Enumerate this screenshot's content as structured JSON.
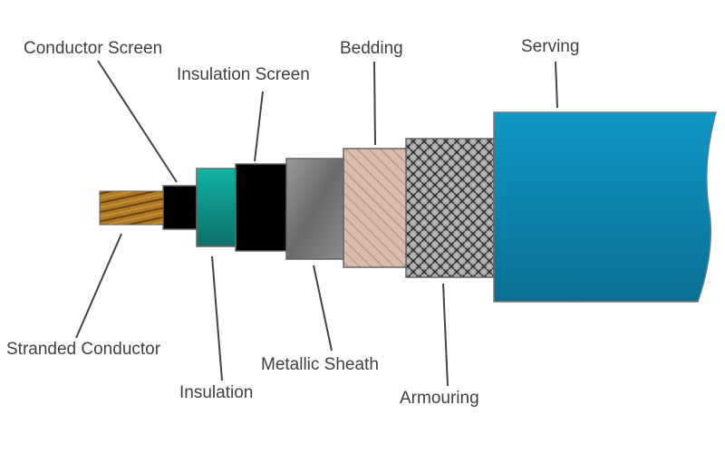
{
  "diagram": {
    "layers": [
      {
        "key": "stranded_conductor",
        "label": "Stranded Conductor"
      },
      {
        "key": "conductor_screen",
        "label": "Conductor Screen"
      },
      {
        "key": "insulation",
        "label": "Insulation"
      },
      {
        "key": "insulation_screen",
        "label": "Insulation Screen"
      },
      {
        "key": "metallic_sheath",
        "label": "Metallic Sheath"
      },
      {
        "key": "bedding",
        "label": "Bedding"
      },
      {
        "key": "armouring",
        "label": "Armouring"
      },
      {
        "key": "serving",
        "label": "Serving"
      }
    ],
    "colors": {
      "conductor": "#b07a22",
      "conductor_screen": "#000000",
      "insulation": "#1a9b90",
      "insulation_screen": "#000000",
      "metallic_sheath": "#7a7a7a",
      "bedding": "#d2b2a3",
      "armouring": "#9a9a9a",
      "serving": "#0e86b0",
      "leader_line": "#444444",
      "label_text": "#3f3f3f"
    }
  }
}
